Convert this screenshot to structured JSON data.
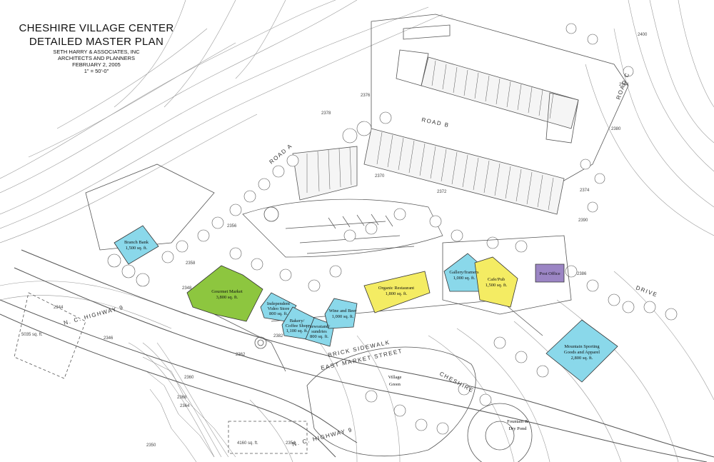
{
  "header": {
    "title_line1": "CHESHIRE VILLAGE CENTER",
    "title_line2": "DETAILED MASTER PLAN",
    "firm": "SETH HARRY & ASSOCIATES, INC",
    "firm_sub": "ARCHITECTS AND PLANNERS",
    "date": "FEBRUARY 2, 2005",
    "scale": "1\" = 50'-0\""
  },
  "colors": {
    "blue": "#8ad8ea",
    "green": "#8dc63f",
    "yellow": "#f4ec63",
    "purple": "#9b85c4",
    "line": "#555555"
  },
  "buildings": [
    {
      "id": "branch-bank",
      "name": "Branch Bank",
      "size": "1,500 sq. ft."
    },
    {
      "id": "gourmet-market",
      "name": "Gourmet Market",
      "size": "3,800 sq. ft."
    },
    {
      "id": "video-store",
      "name1": "Independent",
      "name2": "Video Store",
      "size": "800 sq. ft."
    },
    {
      "id": "bakery",
      "name1": "Bakery/",
      "name2": "Coffee Shop",
      "size": "1,100 sq. ft."
    },
    {
      "id": "newsstand",
      "name1": "Newsstand/",
      "name2": "sundries",
      "size": "800 sq. ft."
    },
    {
      "id": "wine",
      "name": "Wine and Beer",
      "size": "1,000 sq. ft."
    },
    {
      "id": "organic",
      "name": "Organic Restaurant",
      "size": "1,800 sq. ft."
    },
    {
      "id": "gallery",
      "name": "Gallery/framers",
      "size": "1,000 sq. ft."
    },
    {
      "id": "cafe",
      "name": "Cafe/Pub",
      "size": "1,500 sq. ft."
    },
    {
      "id": "post-office",
      "name": "Post Office"
    },
    {
      "id": "sporting",
      "name1": "Mountain Sporting",
      "name2": "Goods and Apparel",
      "size": "2,800 sq. ft."
    }
  ],
  "roads": {
    "road_a": "ROAD A",
    "road_b": "ROAD B",
    "road_c": "ROAD C",
    "highway_top": "N. C. HIGHWAY 9",
    "highway_bottom": "N. C. HIGHWAY 9",
    "market_street": "EAST MARKET STREET",
    "sidewalk": "BRICK SIDEWALK",
    "cheshire": "CHESHIRE",
    "drive": "DRIVE"
  },
  "places": {
    "village_green_1": "Village",
    "village_green_2": "Green",
    "fountain_1": "Fountain &",
    "fountain_2": "Dry Pond"
  },
  "elevations": [
    "2344",
    "2346",
    "2348",
    "2350",
    "2354",
    "2356",
    "2358",
    "2360",
    "2362",
    "2364",
    "2368",
    "2370",
    "2372",
    "2374",
    "2376",
    "2378",
    "2380",
    "2382",
    "2384",
    "2386",
    "2390",
    "2400"
  ],
  "areas": {
    "lot_left": "5035 sq. ft.",
    "lot_bottom": "4160 sq. ft."
  }
}
